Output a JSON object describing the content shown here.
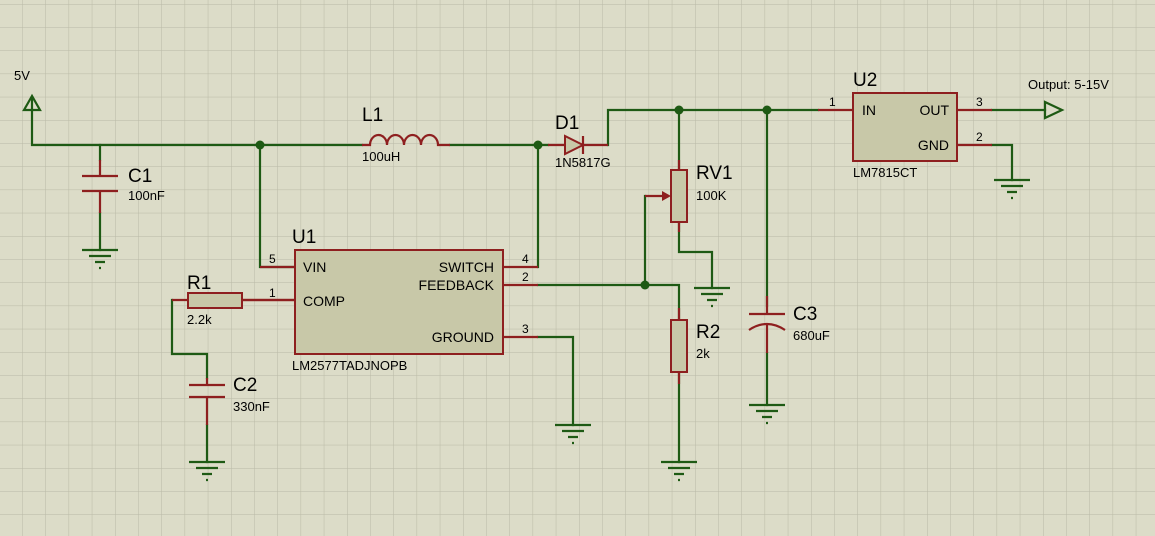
{
  "nets": {
    "supply_label": "5V",
    "output_label": "Output: 5-15V"
  },
  "components": {
    "C1": {
      "ref": "C1",
      "value": "100nF"
    },
    "C2": {
      "ref": "C2",
      "value": "330nF"
    },
    "C3": {
      "ref": "C3",
      "value": "680uF"
    },
    "L1": {
      "ref": "L1",
      "value": "100uH"
    },
    "D1": {
      "ref": "D1",
      "value": "1N5817G"
    },
    "R1": {
      "ref": "R1",
      "value": "2.2k"
    },
    "R2": {
      "ref": "R2",
      "value": "2k"
    },
    "RV1": {
      "ref": "RV1",
      "value": "100K"
    },
    "U1": {
      "ref": "U1",
      "part": "LM2577TADJNOPB",
      "pins": {
        "vin": {
          "name": "VIN",
          "number": "5"
        },
        "comp": {
          "name": "COMP",
          "number": "1"
        },
        "switch": {
          "name": "SWITCH",
          "number": "4"
        },
        "feedback": {
          "name": "FEEDBACK",
          "number": "2"
        },
        "ground": {
          "name": "GROUND",
          "number": "3"
        }
      }
    },
    "U2": {
      "ref": "U2",
      "part": "LM7815CT",
      "pins": {
        "in": {
          "name": "IN",
          "number": "1"
        },
        "out": {
          "name": "OUT",
          "number": "3"
        },
        "gnd": {
          "name": "GND",
          "number": "2"
        }
      }
    }
  }
}
